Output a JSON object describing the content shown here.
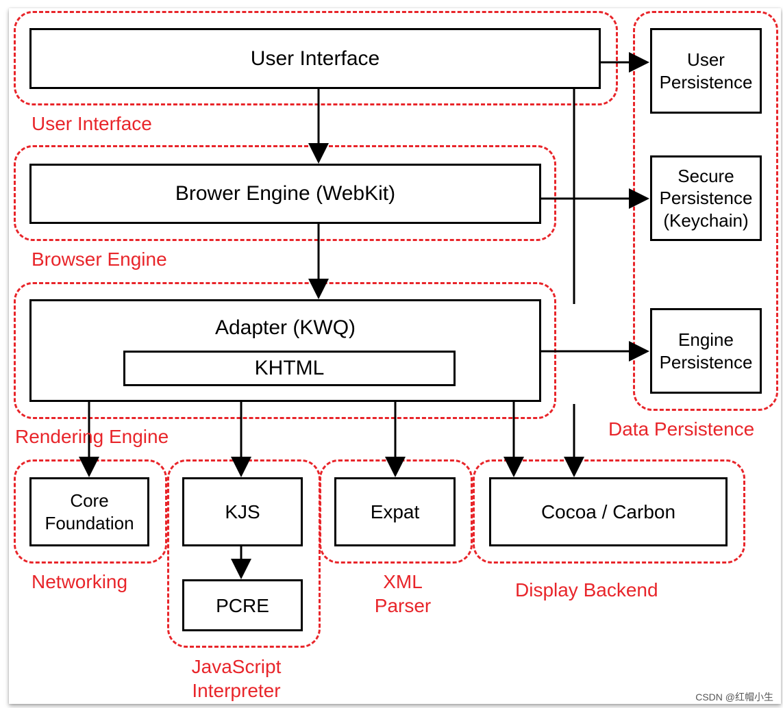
{
  "boxes": {
    "user_interface": "User Interface",
    "browser_engine": "Brower Engine (WebKit)",
    "adapter": "Adapter (KWQ)",
    "khtml": "KHTML",
    "user_persistence": "User\nPersistence",
    "secure_persistence": "Secure\nPersistence\n(Keychain)",
    "engine_persistence": "Engine\nPersistence",
    "core_foundation": "Core\nFoundation",
    "kjs": "KJS",
    "pcre": "PCRE",
    "expat": "Expat",
    "cocoa_carbon": "Cocoa / Carbon"
  },
  "groups": {
    "user_interface": "User Interface",
    "browser_engine": "Browser Engine",
    "rendering_engine": "Rendering Engine",
    "data_persistence": "Data Persistence",
    "networking": "Networking",
    "javascript_interpreter": "JavaScript\nInterpreter",
    "xml_parser": "XML\nParser",
    "display_backend": "Display Backend"
  },
  "watermark": "CSDN @红帽小生",
  "colors": {
    "group_border": "#e8252a",
    "box_border": "#000000"
  }
}
